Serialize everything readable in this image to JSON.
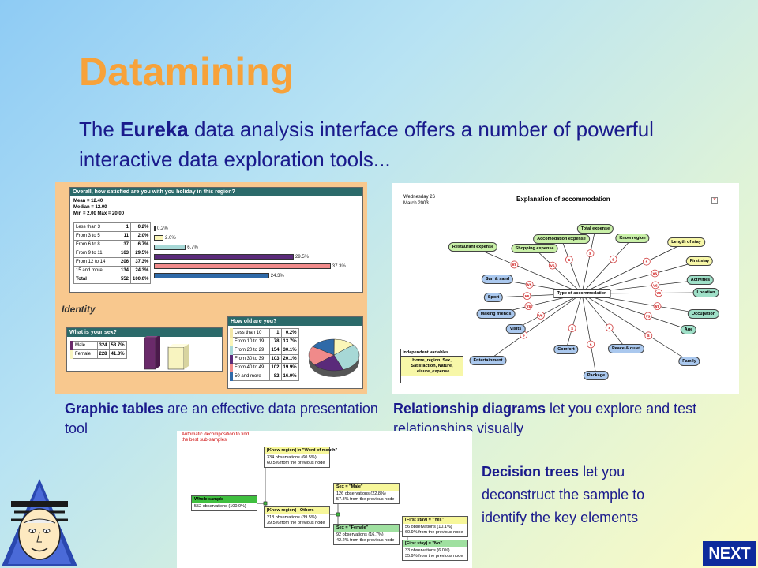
{
  "slide": {
    "title": "Datamining",
    "intro_pre": "The ",
    "intro_bold": "Eureka",
    "intro_post": " data analysis interface offers a number of powerful interactive data exploration  tools..."
  },
  "graphic_tables": {
    "caption_bold": "Graphic tables",
    "caption_rest": " are an effective data presentation tool",
    "question": "Overall, how satisfied are you with you holiday in this region?",
    "stats": [
      "Mean = 12.40",
      "Median = 12.00",
      "Min = 2.00    Max = 20.00"
    ],
    "rows": [
      {
        "label": "Less than 3",
        "n": "1",
        "pct": "0.2%",
        "frac": 0.002,
        "color": "#f3e7a8"
      },
      {
        "label": "From 3 to 5",
        "n": "11",
        "pct": "2.0%",
        "frac": 0.02,
        "color": "#fbf6b8"
      },
      {
        "label": "From 6 to 8",
        "n": "37",
        "pct": "6.7%",
        "frac": 0.067,
        "color": "#a7d8d6"
      },
      {
        "label": "From 9 to 11",
        "n": "163",
        "pct": "29.5%",
        "frac": 0.295,
        "color": "#5a2a7a"
      },
      {
        "label": "From 12 to 14",
        "n": "206",
        "pct": "37.3%",
        "frac": 0.373,
        "color": "#f08a8a"
      },
      {
        "label": "15 and more",
        "n": "134",
        "pct": "24.3%",
        "frac": 0.243,
        "color": "#2f6aa8"
      }
    ],
    "total": {
      "label": "Total",
      "n": "552",
      "pct": "100.0%"
    },
    "bar_labels": [
      "0.2%",
      "2.0%",
      "6.7%",
      "29.5%",
      "37.3%",
      "24.3%"
    ],
    "section_label": "Identity",
    "sex_question": "What is your sex?",
    "sex_rows": [
      {
        "label": "Male",
        "n": "324",
        "pct": "58.7%",
        "color": "#6a2a6a"
      },
      {
        "label": "Female",
        "n": "228",
        "pct": "41.3%",
        "color": "#f8f4c0"
      }
    ],
    "age_question": "How old are you?",
    "age_rows": [
      {
        "label": "Less than 10",
        "n": "1",
        "pct": "0.2%",
        "color": "#f3e7a8"
      },
      {
        "label": "From 10 to 19",
        "n": "78",
        "pct": "13.7%",
        "color": "#fbf6b8"
      },
      {
        "label": "From 20 to 29",
        "n": "154",
        "pct": "30.1%",
        "color": "#a7d8d6"
      },
      {
        "label": "From 30 to 39",
        "n": "103",
        "pct": "20.1%",
        "color": "#5a2a7a"
      },
      {
        "label": "From 40 to 49",
        "n": "102",
        "pct": "19.9%",
        "color": "#f08a8a"
      },
      {
        "label": "50 and more",
        "n": "82",
        "pct": "16.0%",
        "color": "#2f6aa8"
      }
    ]
  },
  "relationship": {
    "caption_bold": "Relationship diagrams",
    "caption_rest": " let you explore and test relationships visually",
    "date": [
      "Wednesday 26",
      "March 2003"
    ],
    "title": "Explanation of accommodation",
    "center": "Type of accommodation",
    "vs_label": "vs",
    "s_label": "s",
    "nodes": [
      {
        "label": "Total expense",
        "color": "#c9f0a8"
      },
      {
        "label": "Accomodation expense",
        "color": "#c9f0a8"
      },
      {
        "label": "Know region",
        "color": "#c9f0a8"
      },
      {
        "label": "Length of stay",
        "color": "#f7f7a8"
      },
      {
        "label": "Restaurant expense",
        "color": "#c9f0a8"
      },
      {
        "label": "Shopping expense",
        "color": "#c9f0a8"
      },
      {
        "label": "First stay",
        "color": "#f7f7a8"
      },
      {
        "label": "Sun & sand",
        "color": "#aac8ee"
      },
      {
        "label": "Activities",
        "color": "#9fe0c8"
      },
      {
        "label": "Sport",
        "color": "#aac8ee"
      },
      {
        "label": "Location",
        "color": "#9fe0c8"
      },
      {
        "label": "Making friends",
        "color": "#aac8ee"
      },
      {
        "label": "Occupation",
        "color": "#9fe0c8"
      },
      {
        "label": "Visits",
        "color": "#aac8ee"
      },
      {
        "label": "Age",
        "color": "#9fe0c8"
      },
      {
        "label": "Comfort",
        "color": "#aac8ee"
      },
      {
        "label": "Peace & quiet",
        "color": "#aac8ee"
      },
      {
        "label": "Entertainment",
        "color": "#aac8ee"
      },
      {
        "label": "Family",
        "color": "#aac8ee"
      },
      {
        "label": "Package",
        "color": "#aac8ee"
      }
    ],
    "legend_title": "Independent variables",
    "legend_body": "Home_region, Sex, Satisfaction, Nature, Leisure_expense"
  },
  "decision_tree": {
    "caption_bold": "Decision trees",
    "caption_rest": " let you deconstruct the sample to identify the key elements",
    "header": [
      "Automatic decomposition to find",
      "the best sub-samples"
    ],
    "nodes": [
      {
        "head": "Whole sample",
        "body": [
          "552 observations (100.0%)"
        ],
        "color": "#3fbf3f"
      },
      {
        "head": "[Know region] In \"Word of mouth\"",
        "body": [
          "334 observations (60.5%)",
          "60.5% from the previous node"
        ],
        "color": "#f7f79a"
      },
      {
        "head": "[Know region] : Others",
        "body": [
          "218 observations (39.5%)",
          "39.5% from the previous node"
        ],
        "color": "#f7f79a"
      },
      {
        "head": "Sex = \"Male\"",
        "body": [
          "126 observations (22.8%)",
          "57.8% from the previous node"
        ],
        "color": "#f7f79a"
      },
      {
        "head": "Sex = \"Female\"",
        "body": [
          "92 observations (16.7%)",
          "42.2% from the previous node"
        ],
        "color": "#9fe0a0"
      },
      {
        "head": "[First stay] = \"Yes\"",
        "body": [
          "56 observations (10.1%)",
          "60.9% from the previous node"
        ],
        "color": "#f7f79a"
      },
      {
        "head": "[First stay] = \"No\"",
        "body": [
          "33 observations (6.0%)",
          "35.9% from the previous node"
        ],
        "color": "#9fe0a0"
      }
    ]
  },
  "nav": {
    "next_label": "NEXT"
  }
}
